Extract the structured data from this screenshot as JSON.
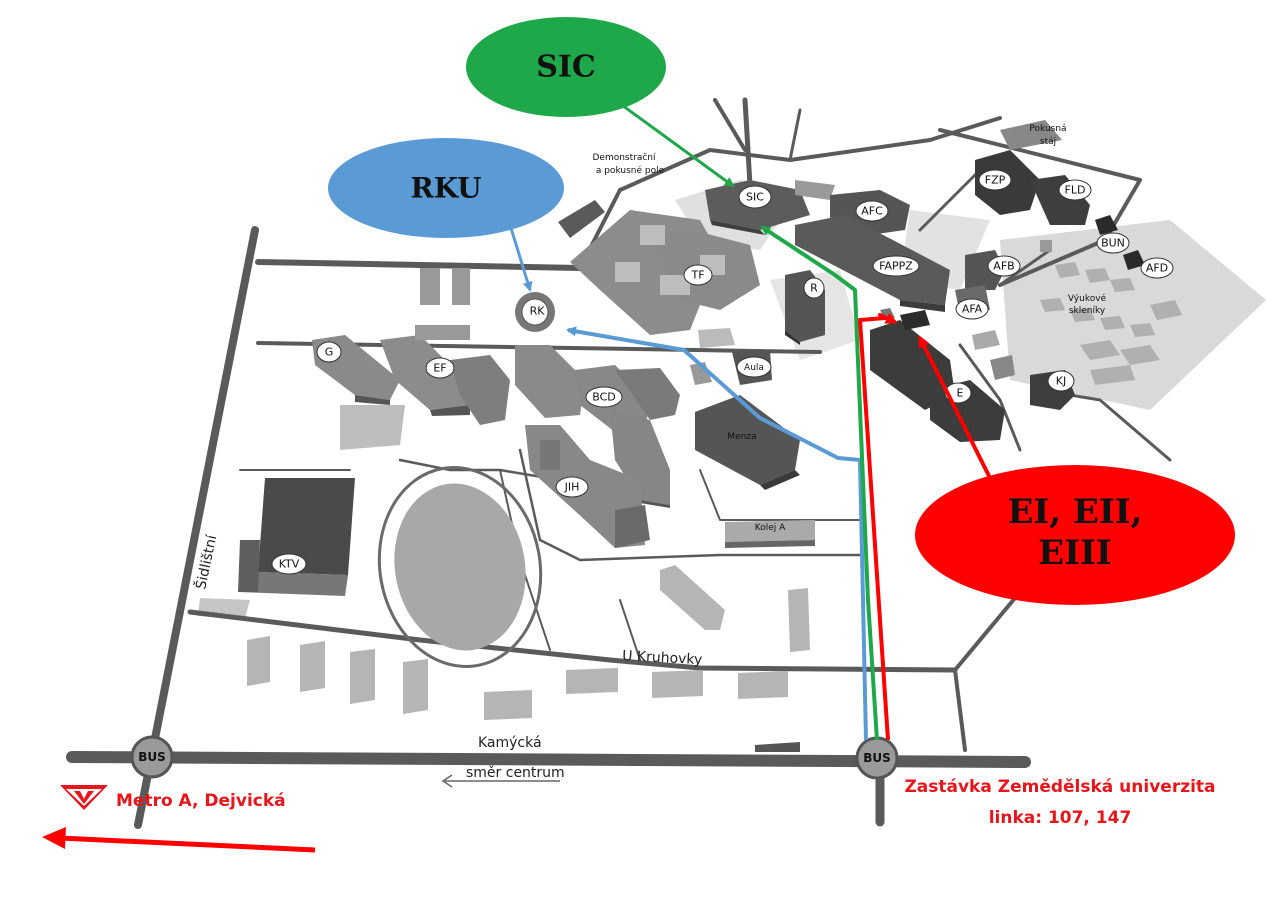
{
  "colors": {
    "sic": "#1fa84a",
    "rku": "#5b9bd5",
    "ei": "#ff0000",
    "red_text": "#e8151b",
    "road": "#5a5a5a",
    "building": "#8a8a8a",
    "building_dark": "#505050"
  },
  "callouts": {
    "sic": "SIC",
    "rku": "RKU",
    "ei_line1": "EI, EII,",
    "ei_line2": "EIII"
  },
  "buildings": {
    "sic": "SIC",
    "afc": "AFC",
    "fappz": "FAPPZ",
    "afb": "AFB",
    "afa": "AFA",
    "afd": "AFD",
    "bun": "BUN",
    "fzp": "FZP",
    "fld": "FLD",
    "tf": "TF",
    "r": "R",
    "rk": "RK",
    "g": "G",
    "ef": "EF",
    "bcd": "BCD",
    "aula": "Aula",
    "menza": "Menza",
    "jih": "JIH",
    "kolej_a": "Kolej A",
    "ktv": "KTV",
    "kj": "KJ",
    "e": "E",
    "pokusna_staj_1": "Pokusná",
    "pokusna_staj_2": "stáj",
    "demo_1": "Demonstrační",
    "demo_2": "a pokusné pole",
    "vyukove_1": "Výukové",
    "vyukove_2": "skleníky"
  },
  "roads": {
    "sidlistni": "Šidlištní",
    "u_kruhovky": "U Kruhovky",
    "kamycka": "Kamýcká",
    "smer_centrum": "směr centrum"
  },
  "bus_stops": {
    "left": "BUS",
    "right": "BUS"
  },
  "transit": {
    "metro": "Metro A, Dejvická",
    "stop_name": "Zastávka Zemědělská univerzita",
    "lines": "linka: 107, 147"
  },
  "icons": {
    "metro": "metro-logo-icon",
    "arrow_left": "arrow-left-icon"
  }
}
